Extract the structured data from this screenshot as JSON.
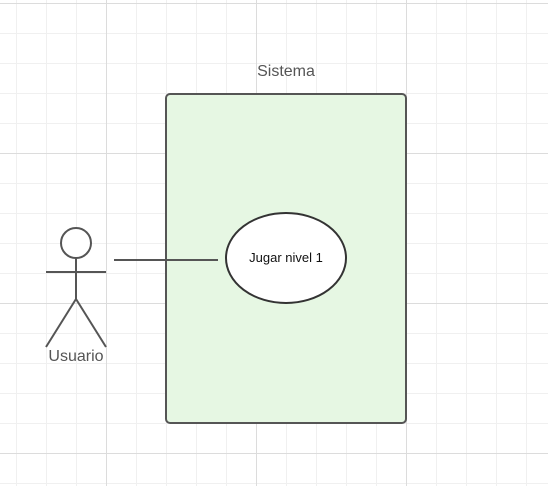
{
  "diagram": {
    "system": {
      "label": "Sistema",
      "fill": "#e6f7e3",
      "stroke": "#555555"
    },
    "actor": {
      "label": "Usuario",
      "stroke": "#555555"
    },
    "use_case": {
      "label": "Jugar nivel 1",
      "fill": "#ffffff",
      "stroke": "#333333"
    },
    "association": {
      "stroke": "#555555"
    }
  }
}
